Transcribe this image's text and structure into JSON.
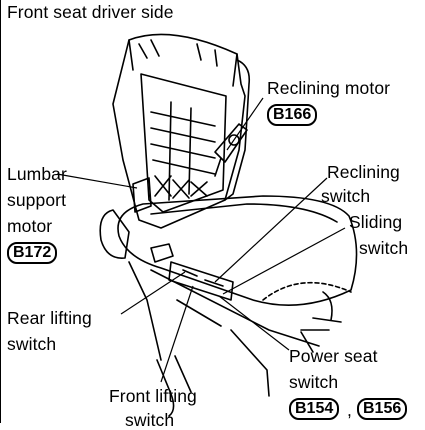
{
  "title": "Front seat driver side",
  "callouts": {
    "reclining_motor": "Reclining motor",
    "reclining_motor_conn": "B166",
    "lumbar_1": "Lumbar",
    "lumbar_2": "support",
    "lumbar_3": "motor",
    "lumbar_conn": "B172",
    "reclining_switch_1": "Reclining",
    "reclining_switch_2": "switch",
    "sliding_switch_1": "Sliding",
    "sliding_switch_2": "switch",
    "rear_lifting_1": "Rear lifting",
    "rear_lifting_2": "switch",
    "front_lifting_1": "Front lifting",
    "front_lifting_2": "switch",
    "power_seat_1": "Power seat",
    "power_seat_2": "switch",
    "power_seat_conn_1": "B154",
    "power_seat_separator": ",",
    "power_seat_conn_2": "B156"
  }
}
